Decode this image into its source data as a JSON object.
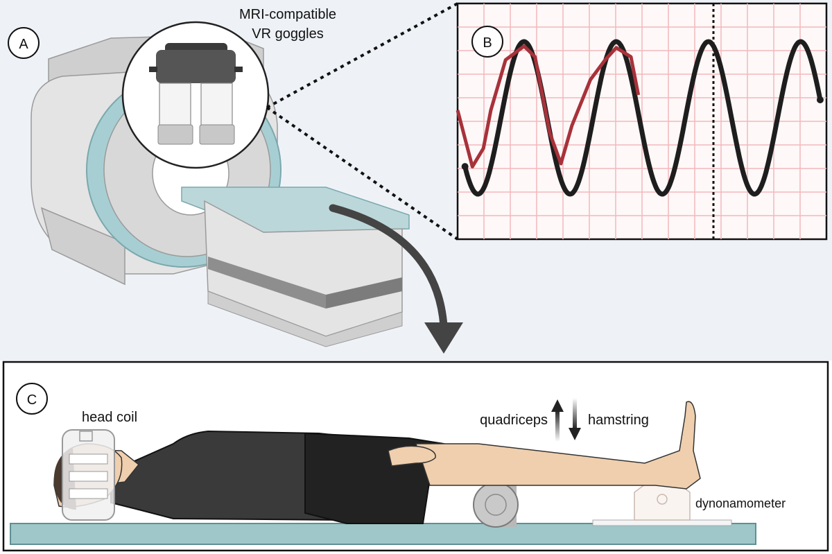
{
  "panels": {
    "a": {
      "letter": "A"
    },
    "b": {
      "letter": "B"
    },
    "c": {
      "letter": "C"
    }
  },
  "labels": {
    "goggles_line1": "MRI-compatible",
    "goggles_line2": "VR goggles",
    "head_coil": "head coil",
    "quadriceps": "quadriceps",
    "hamstring": "hamstring",
    "dynamometer": "dynonamometer"
  },
  "signal": {
    "target_color": "#1e1e1e",
    "actual_color": "#a8323a",
    "grid_color": "#f2b8bc",
    "target_peaks_at_x": [
      0.18,
      0.43,
      0.69
    ],
    "actual_path": [
      [
        0.0,
        0.45
      ],
      [
        0.04,
        0.82
      ],
      [
        0.07,
        0.7
      ],
      [
        0.09,
        0.45
      ],
      [
        0.13,
        0.12
      ],
      [
        0.18,
        0.03
      ],
      [
        0.21,
        0.1
      ],
      [
        0.25,
        0.6
      ],
      [
        0.28,
        0.8
      ],
      [
        0.31,
        0.55
      ],
      [
        0.36,
        0.25
      ],
      [
        0.4,
        0.12
      ],
      [
        0.43,
        0.04
      ],
      [
        0.47,
        0.1
      ],
      [
        0.49,
        0.35
      ]
    ]
  },
  "colors": {
    "background_top": "#eef2f7",
    "scanner_body": "#e4e4e4",
    "scanner_ring": "#a7cfd3",
    "leg_skin": "#efcfae",
    "shorts": "#3a3a3a",
    "bed": "#9fc6c9"
  }
}
